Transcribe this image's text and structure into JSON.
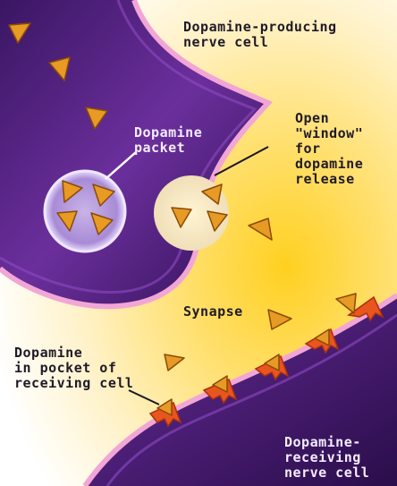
{
  "diagram": {
    "labels": {
      "producing_cell": [
        "Dopamine-producing",
        "nerve cell"
      ],
      "packet": [
        "Dopamine",
        "packet"
      ],
      "window": [
        "Open",
        "\"window\"",
        "for",
        "dopamine",
        "release"
      ],
      "synapse": [
        "Synapse"
      ],
      "pocket": [
        "Dopamine",
        "in pocket of",
        "receiving cell"
      ],
      "receiving_cell": [
        "Dopamine-",
        "receiving",
        "nerve cell"
      ]
    },
    "colors": {
      "cell_purple": "#5b2a8a",
      "cell_dark": "#2c0f4e",
      "membrane": "#f2a6d6",
      "synapse_glow": "#ffd23a",
      "dopamine": "#e79a24",
      "receptor": "#e8551e"
    }
  }
}
